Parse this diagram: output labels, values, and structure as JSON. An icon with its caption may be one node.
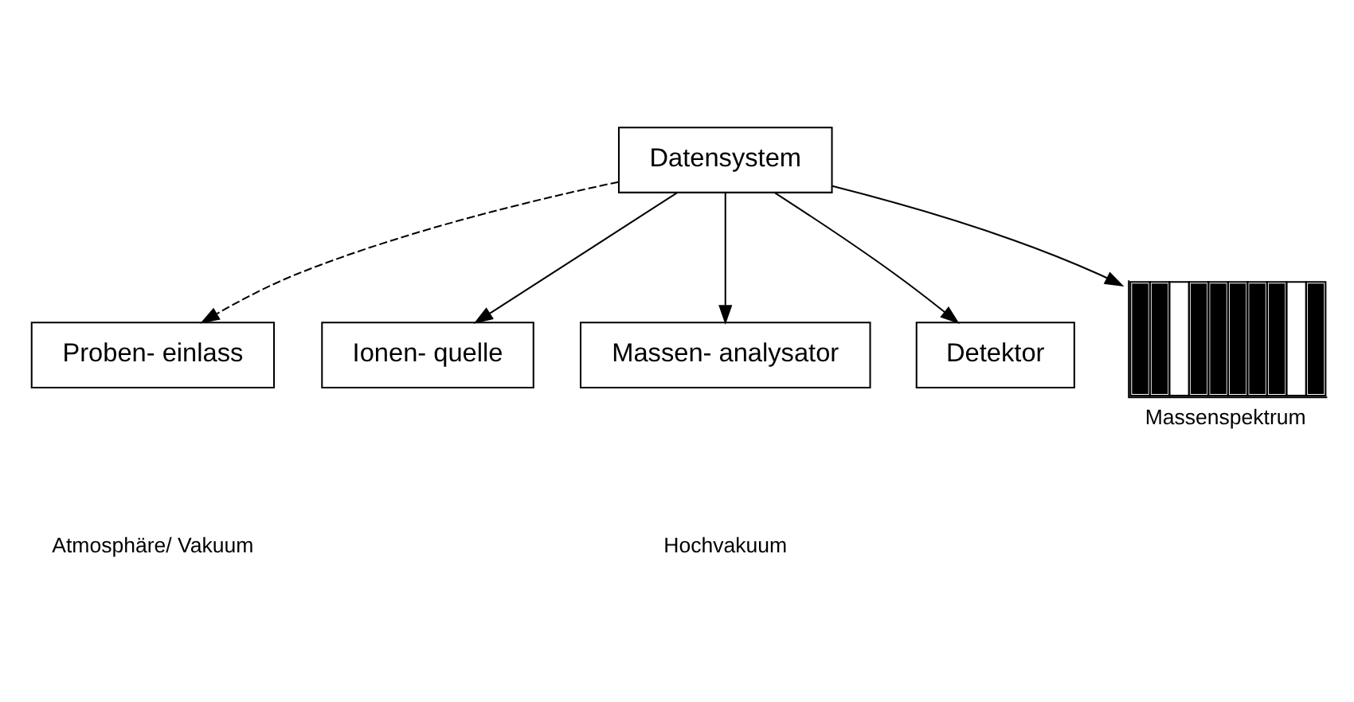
{
  "diagram": {
    "nodes": [
      {
        "text": [
          "Datensystem"
        ]
      },
      {
        "text": [
          "Proben- einlass"
        ]
      },
      {
        "text": [
          "Ionen- quelle"
        ]
      },
      {
        "text": [
          "Massen- analysator"
        ]
      },
      {
        "text": [
          "Detektor"
        ]
      },
      {
        "text": [],
        "shape": "picture",
        "beside": [
          "Massenspektrum"
        ]
      }
    ],
    "edges": [
      {
        "from": 0,
        "to": 1,
        "arrow": "to",
        "style": "dashed"
      },
      {
        "from": 0,
        "to": 2,
        "arrow": "to"
      },
      {
        "from": 0,
        "to": 3,
        "arrow": "to"
      },
      {
        "from": 0,
        "to": 4,
        "arrow": "to"
      },
      {
        "from": 0,
        "to": 5,
        "arrow": "to"
      }
    ],
    "labels": [
      "Atmosphäre/ Vakuum",
      "Hochvakuum"
    ]
  }
}
